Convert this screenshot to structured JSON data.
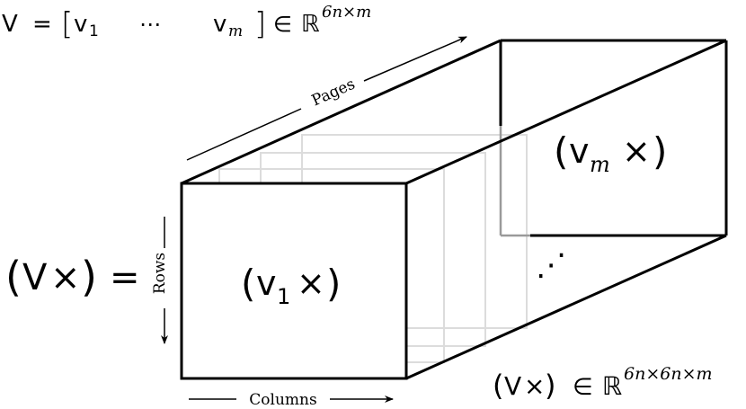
{
  "header_formula": {
    "lhs": "V",
    "eq": "=",
    "open_bracket": "[",
    "v": "v",
    "sub_1": "1",
    "dots": "⋯",
    "sub_m": "m",
    "close_bracket": "]",
    "in": "∈",
    "R": "ℝ",
    "exp": "6n×m"
  },
  "left_formula": {
    "open": "(",
    "V": "V",
    "times": "×",
    "close": ")",
    "eq": "="
  },
  "front_face_label": {
    "open": "(",
    "v": "v",
    "sub": "1",
    "times": "×",
    "close": ")"
  },
  "back_face_label": {
    "open": "(",
    "v": "v",
    "sub": "m",
    "times": "×",
    "close": ")"
  },
  "middle_dots": "⋰",
  "bottom_formula": {
    "open": "(",
    "V": "V",
    "times": "×",
    "close": ")",
    "in": "∈",
    "R": "ℝ",
    "exp": "6n×6n×m"
  },
  "axis_labels": {
    "pages": "Pages",
    "rows": "Rows",
    "columns": "Columns"
  },
  "colors": {
    "stroke": "#000000",
    "ghost": "#d9d9d9",
    "back_hidden": "#9a9a9a"
  }
}
